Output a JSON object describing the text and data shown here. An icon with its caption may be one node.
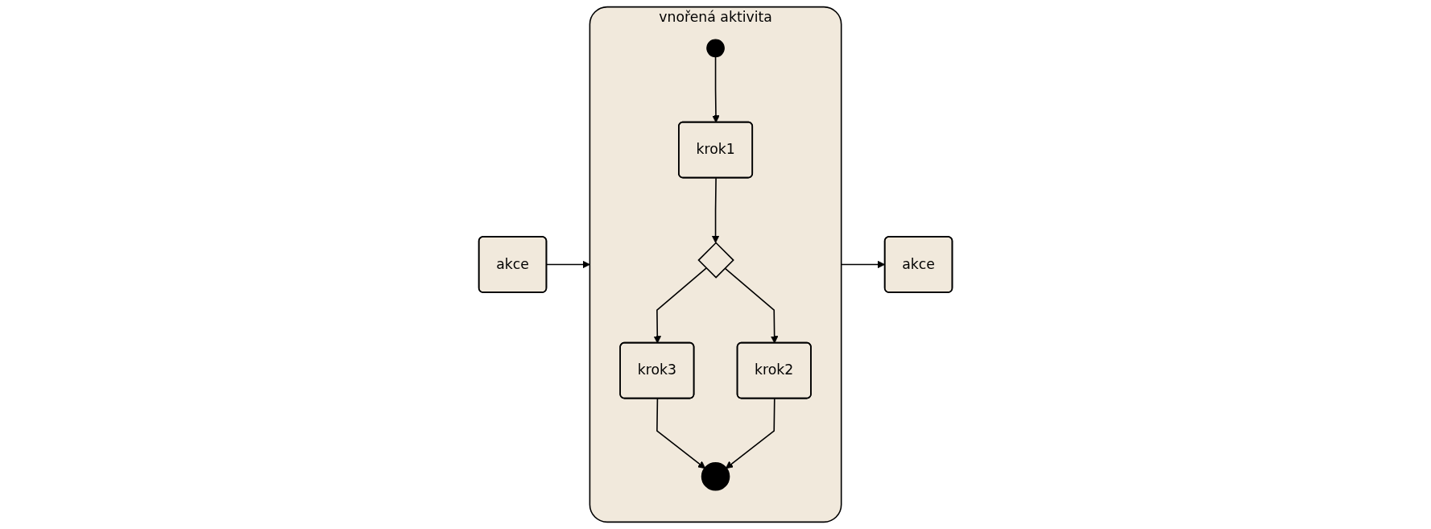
{
  "diagram": {
    "nodes": [
      {
        "text": [
          "akce"
        ]
      },
      {
        "text": [
          "vnořená aktivita"
        ]
      },
      {
        "text": [],
        "shape": "circle",
        "in": 1
      },
      {
        "text": [
          "krok1"
        ],
        "in": 1
      },
      {
        "text": [],
        "shape": "diamond",
        "in": 1
      },
      {
        "text": [
          "krok3"
        ],
        "in": 1
      },
      {
        "text": [
          "krok2"
        ],
        "in": 1
      },
      {
        "text": [],
        "shape": "circle",
        "in": 1
      },
      {
        "text": [
          "akce"
        ]
      }
    ],
    "edges": [
      {
        "from": 0,
        "to": 1,
        "arrow": "to"
      },
      {
        "from": 2,
        "to": 3,
        "arrow": "to"
      },
      {
        "from": 3,
        "to": 4,
        "arrow": "to"
      },
      {
        "from": 4,
        "to": 5,
        "arrow": "to"
      },
      {
        "from": 4,
        "to": 6,
        "arrow": "to"
      },
      {
        "from": 5,
        "to": 7,
        "arrow": "to"
      },
      {
        "from": 6,
        "to": 7,
        "arrow": "to"
      },
      {
        "from": 1,
        "to": 8,
        "arrow": "to"
      }
    ]
  }
}
